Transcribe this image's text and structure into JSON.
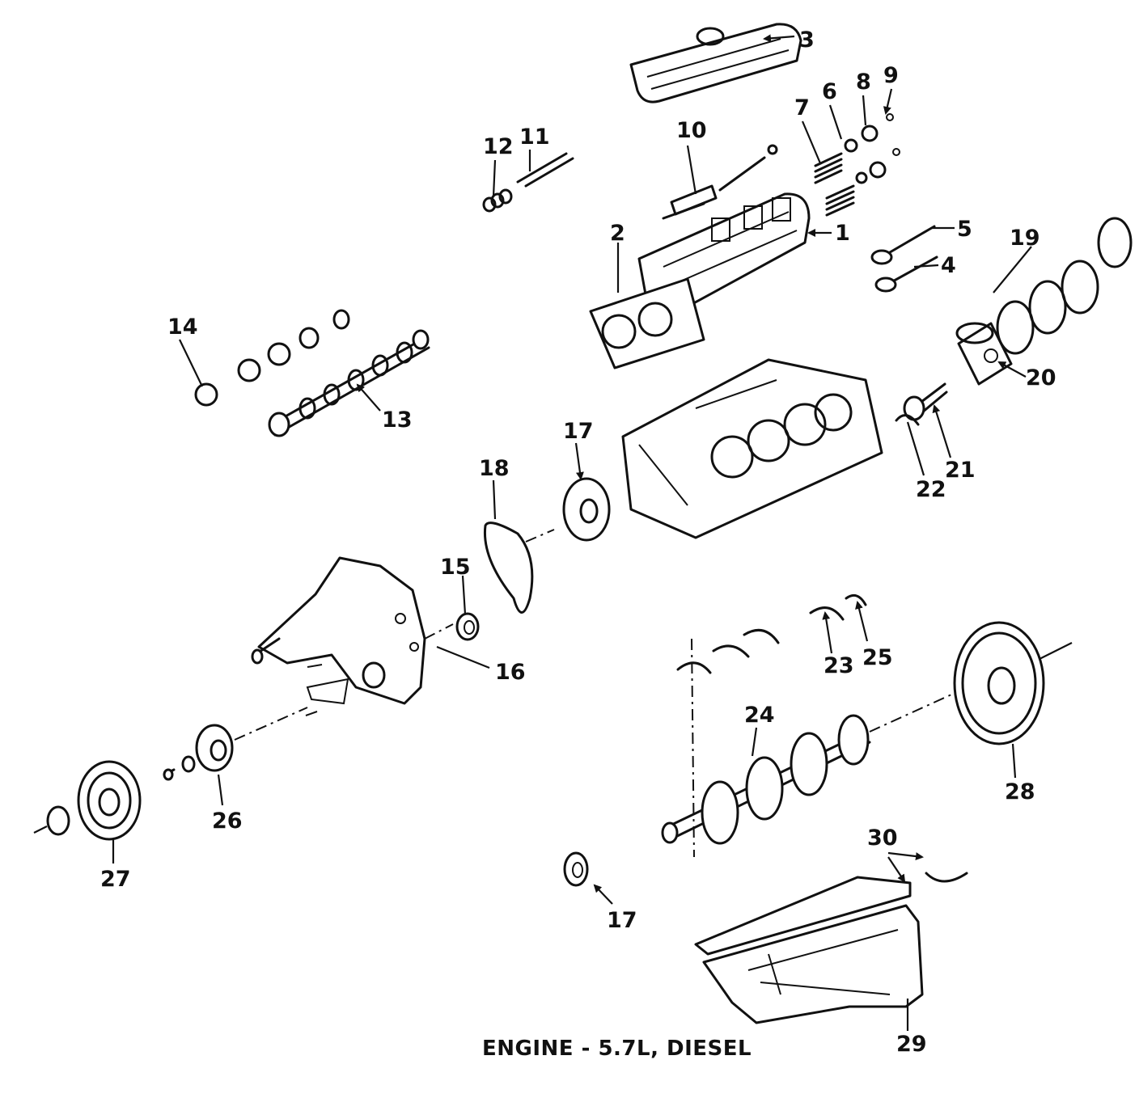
{
  "caption": "ENGINE - 5.7L, DIESEL",
  "callouts": {
    "c1": "1",
    "c2": "2",
    "c3": "3",
    "c4": "4",
    "c5": "5",
    "c6": "6",
    "c7": "7",
    "c8": "8",
    "c9": "9",
    "c10": "10",
    "c11": "11",
    "c12": "12",
    "c13": "13",
    "c14": "14",
    "c15": "15",
    "c16": "16",
    "c17a": "17",
    "c17b": "17",
    "c18": "18",
    "c19": "19",
    "c20": "20",
    "c21": "21",
    "c22": "22",
    "c23": "23",
    "c24": "24",
    "c25": "25",
    "c26": "26",
    "c27": "27",
    "c28": "28",
    "c29": "29",
    "c30": "30"
  }
}
